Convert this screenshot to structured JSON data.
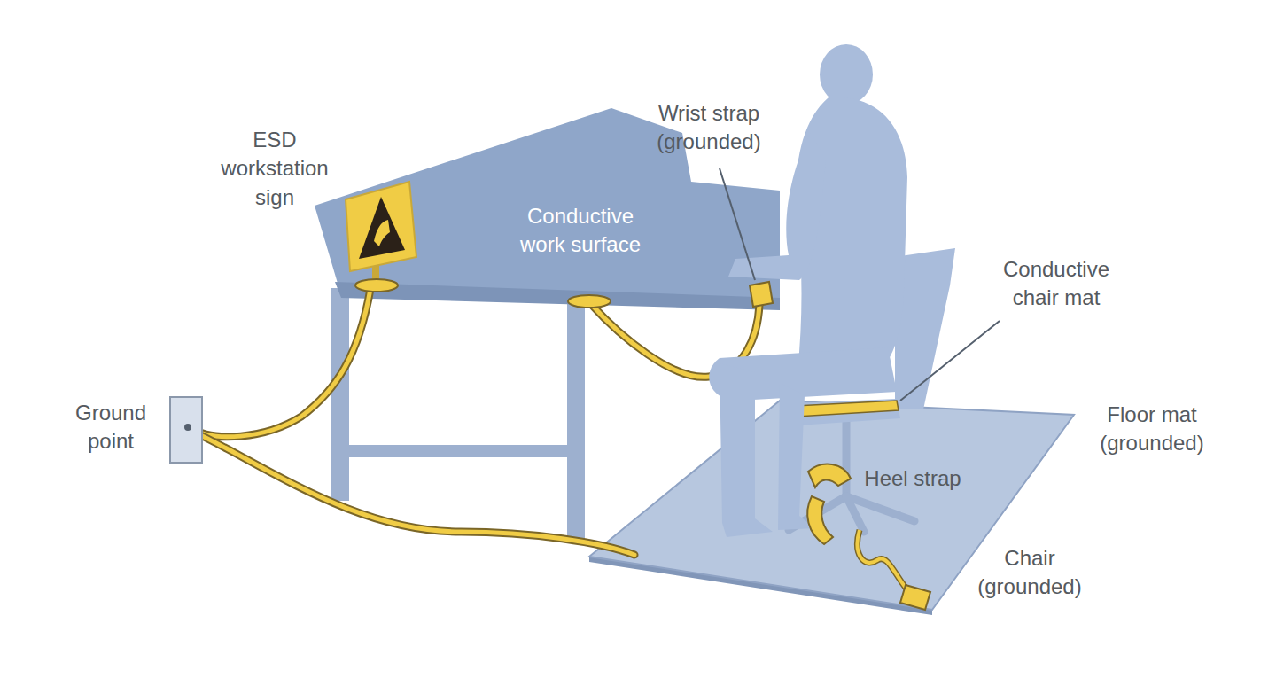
{
  "diagram": {
    "labels": [
      "ESD workstation sign",
      "Wrist strap (grounded)",
      "Conductive work surface",
      "Conductive chair mat",
      "Ground point",
      "Floor mat (grounded)",
      "Heel strap",
      "Chair (grounded)"
    ]
  }
}
